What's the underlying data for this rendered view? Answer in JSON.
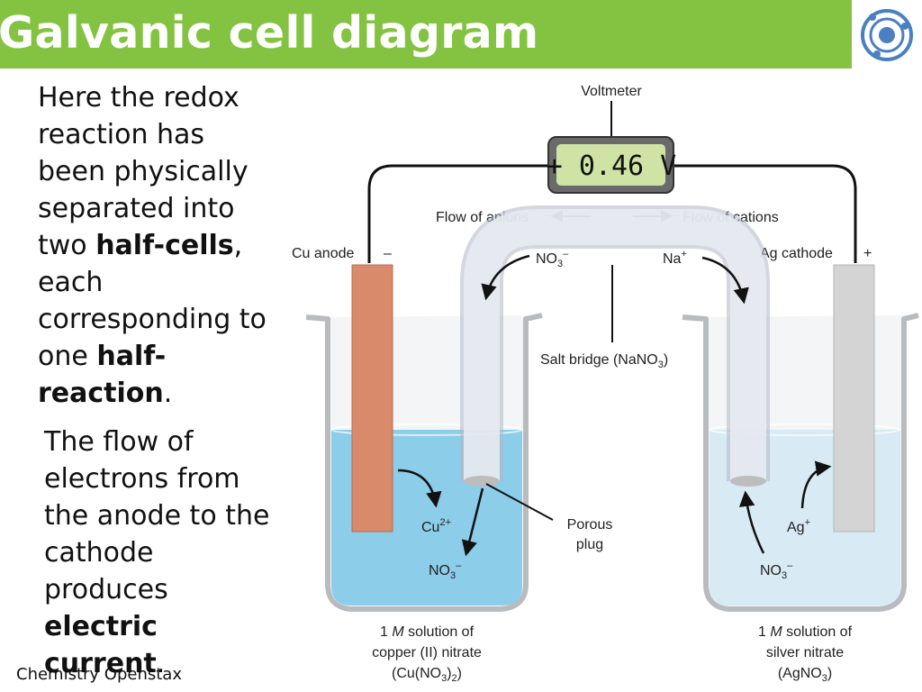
{
  "slide": {
    "title": "Galvanic cell diagram",
    "paragraph1": {
      "t1": "Here the redox reaction has been physically separated into two ",
      "b1": "half-cells",
      "t2": ", each corresponding to one ",
      "b2": "half-reaction",
      "t3": "."
    },
    "paragraph2": {
      "t1": "The flow of electrons from the anode to the cathode produces ",
      "b1": "electric current",
      "t2": "."
    },
    "credit": "Chemistry Openstax"
  },
  "colors": {
    "title_bar": "#84c341",
    "logo": "#4a7fc1",
    "copper": "#d98a6a",
    "silver": "#d4d4d4",
    "cu_solution": "#62c2ec",
    "ag_solution": "#d6effa",
    "lcd": "#cfe4a4"
  },
  "diagram": {
    "voltmeter_label": "Voltmeter",
    "voltmeter_reading": "+ 0.46 V",
    "flow_of_anions": "Flow of anions",
    "flow_of_cations": "Flow of cations",
    "cu_anode": "Cu anode",
    "anode_sign": "–",
    "ag_cathode": "Ag cathode",
    "cathode_sign": "+",
    "bridge_anion": "NO",
    "bridge_anion_sub": "3",
    "bridge_anion_sup": "–",
    "bridge_cation": "Na",
    "bridge_cation_sup": "+",
    "salt_bridge_label": "Salt bridge (NaNO",
    "salt_bridge_sub": "3",
    "salt_bridge_end": ")",
    "porous_plug_1": "Porous",
    "porous_plug_2": "plug",
    "cu_ion": "Cu",
    "cu_ion_sup": "2+",
    "left_nitrate": "NO",
    "left_nitrate_sub": "3",
    "left_nitrate_sup": "–",
    "ag_ion": "Ag",
    "ag_ion_sup": "+",
    "right_nitrate": "NO",
    "right_nitrate_sub": "3",
    "right_nitrate_sup": "–",
    "left_solution_1a": "1 ",
    "left_solution_1m": "M",
    "left_solution_1b": " solution of",
    "left_solution_2": "copper (II) nitrate",
    "left_solution_3a": "(Cu(NO",
    "left_solution_3sub1": "3",
    "left_solution_3b": ")",
    "left_solution_3sub2": "2",
    "left_solution_3c": ")",
    "right_solution_1a": "1 ",
    "right_solution_1m": "M",
    "right_solution_1b": " solution of",
    "right_solution_2": "silver nitrate",
    "right_solution_3a": "(AgNO",
    "right_solution_3sub": "3",
    "right_solution_3b": ")"
  }
}
